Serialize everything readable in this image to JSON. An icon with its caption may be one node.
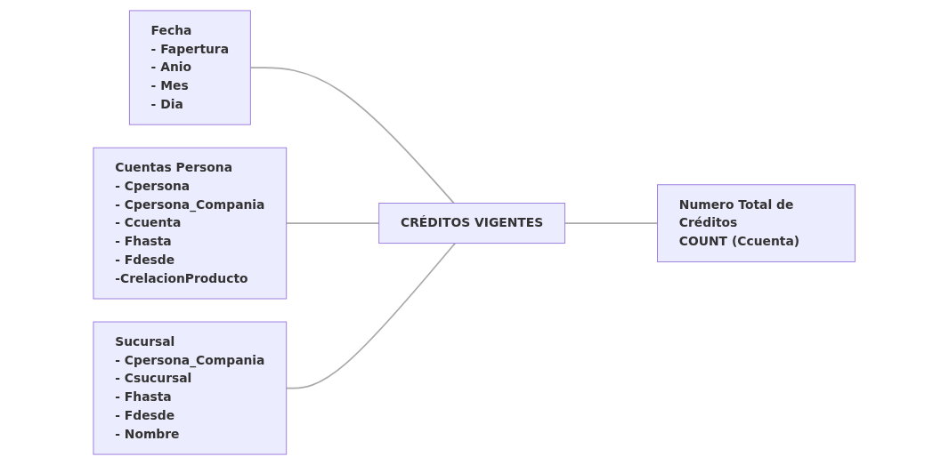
{
  "diagram": {
    "nodes": [
      {
        "text": [
          "Fecha",
          "- Fapertura",
          "- Anio",
          "- Mes",
          "- Dia"
        ]
      },
      {
        "text": [
          "Cuentas Persona",
          "- Cpersona",
          "- Cpersona_Compania",
          "- Ccuenta",
          "- Fhasta",
          "- Fdesde",
          "-CrelacionProducto"
        ]
      },
      {
        "text": [
          "CRÉDITOS VIGENTES"
        ]
      },
      {
        "text": [
          "Numero Total de Créditos",
          "COUNT (Ccuenta)"
        ]
      },
      {
        "text": [
          "Sucursal",
          "- Cpersona_Compania",
          "- Csucursal",
          "- Fhasta",
          "- Fdesde",
          "- Nombre"
        ]
      }
    ],
    "edges": [
      {
        "from": 0,
        "to": 2,
        "arrow": "none"
      },
      {
        "from": 1,
        "to": 2,
        "arrow": "none"
      },
      {
        "from": 4,
        "to": 2,
        "arrow": "none"
      },
      {
        "from": 2,
        "to": 3,
        "arrow": "none"
      }
    ]
  }
}
